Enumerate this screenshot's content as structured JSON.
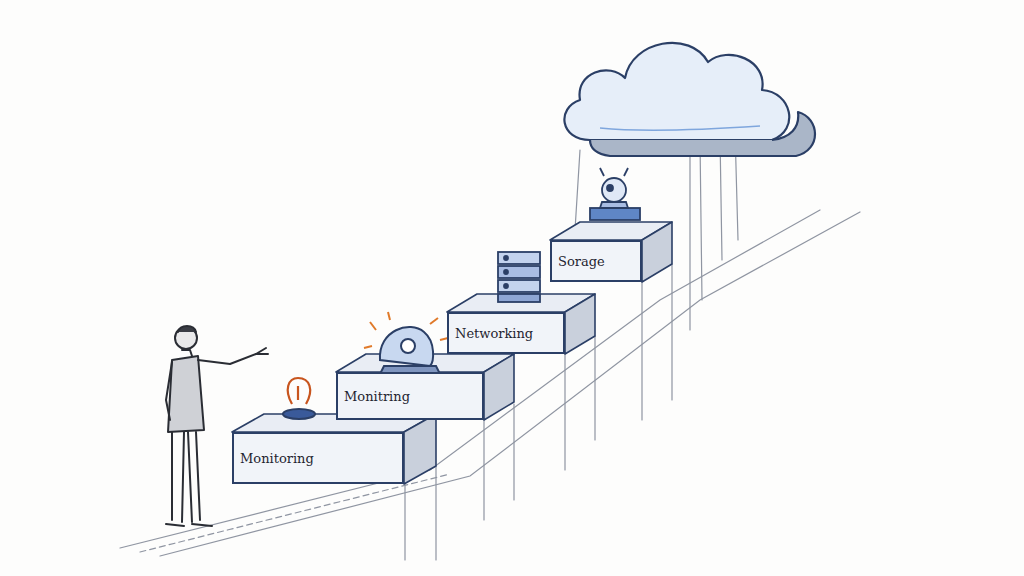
{
  "diagram": {
    "nodes": [
      {
        "text": [
          "Monitoring"
        ]
      },
      {
        "text": [
          "Monitring"
        ]
      },
      {
        "text": [
          "Networking"
        ]
      },
      {
        "text": [
          "Sorage"
        ]
      }
    ]
  }
}
